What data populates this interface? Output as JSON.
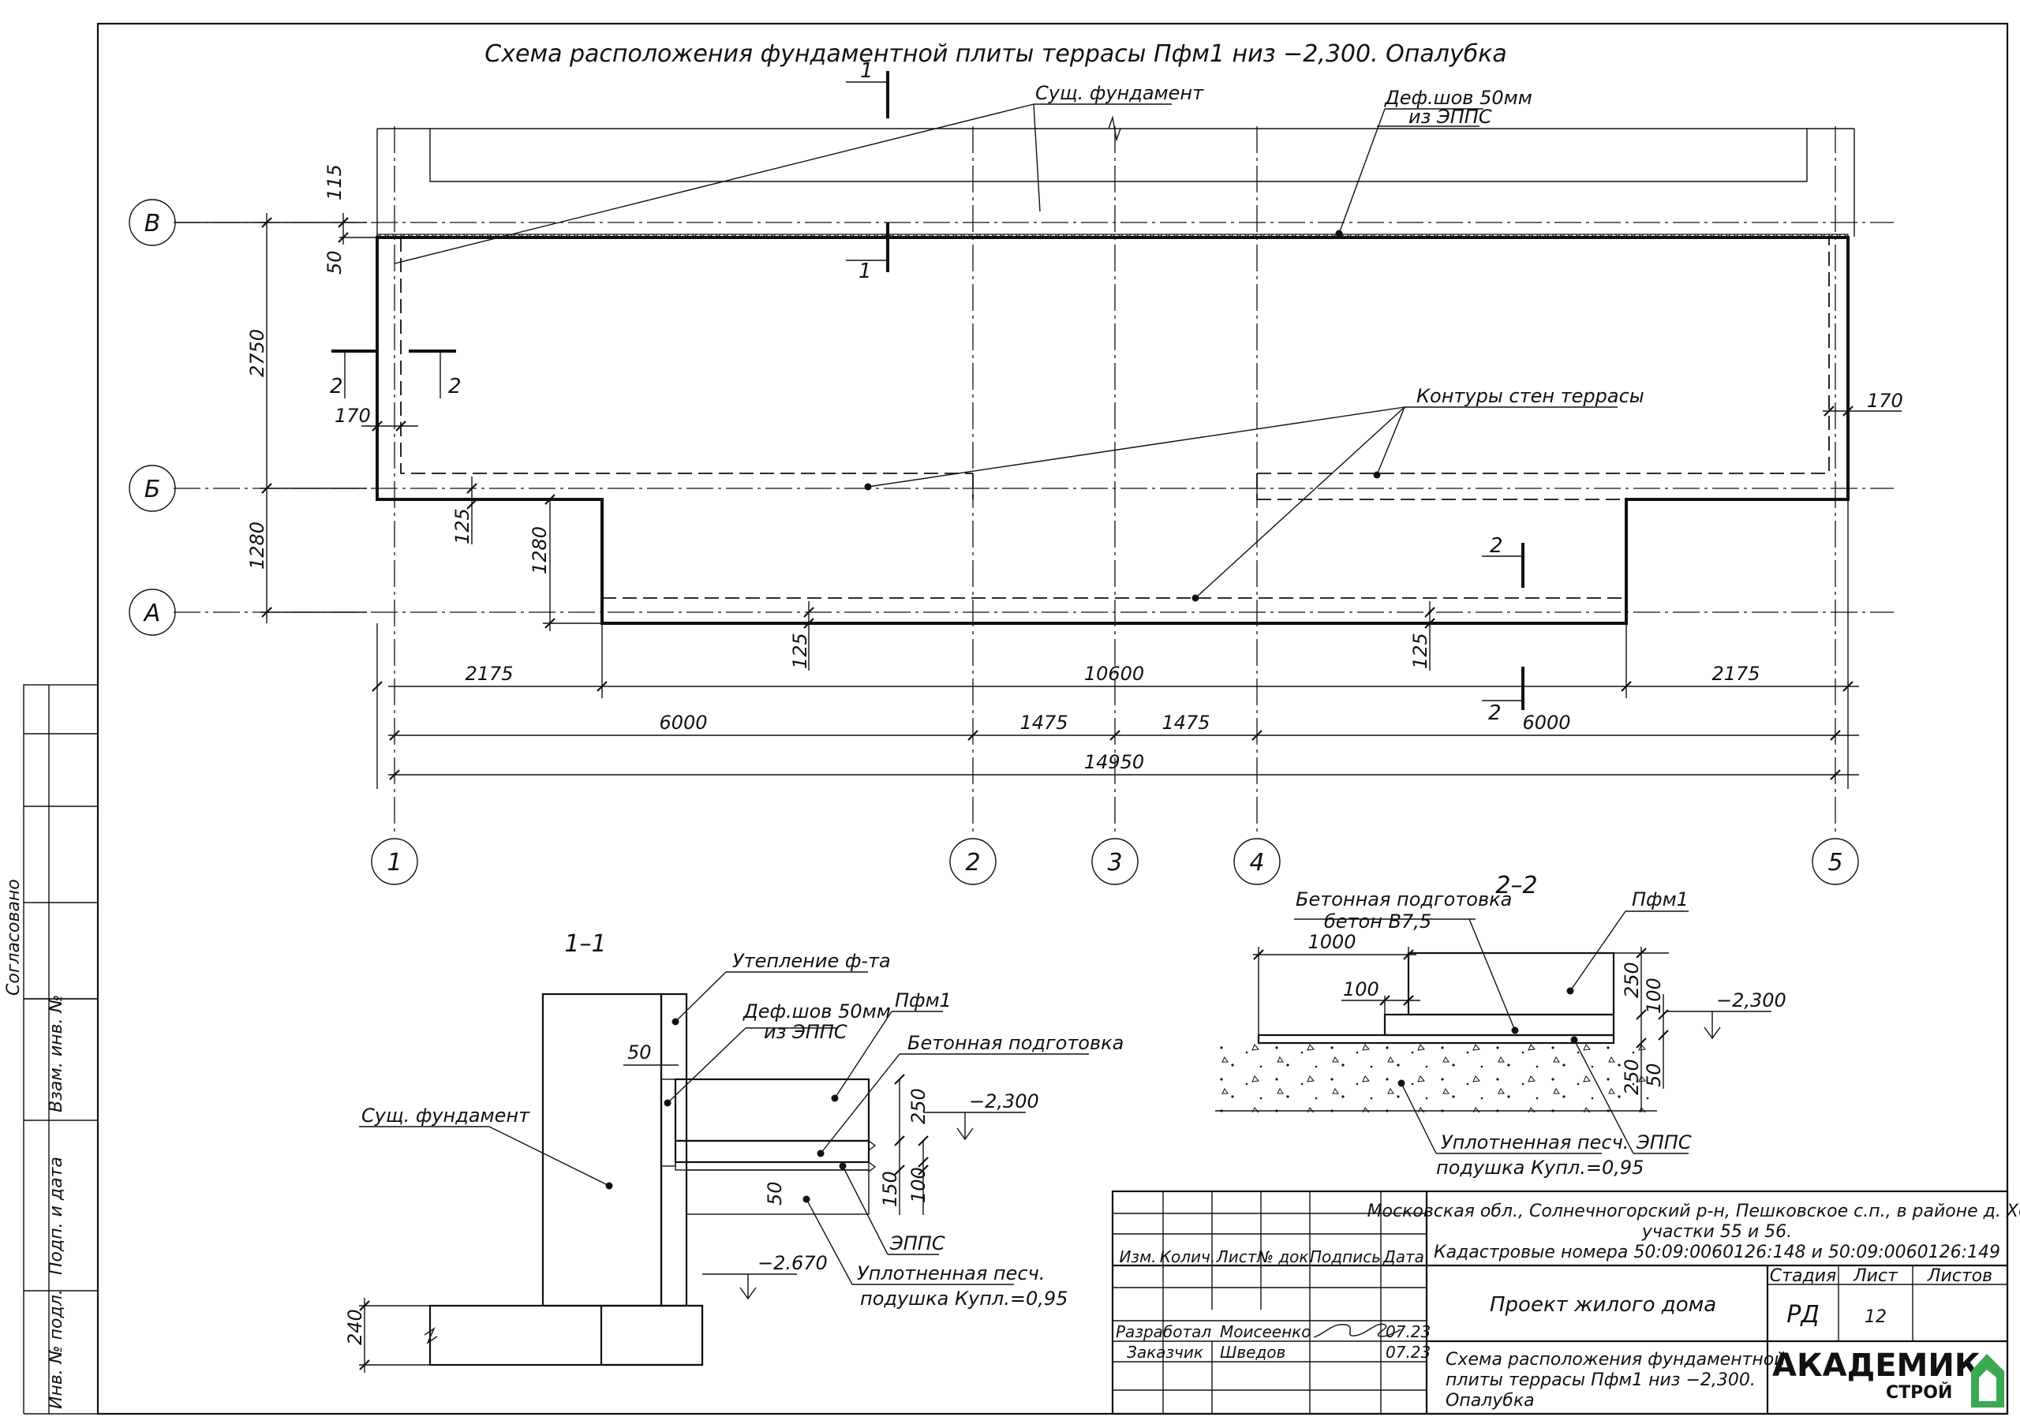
{
  "title": "Схема расположения фундаментной плиты террасы Пфм1 низ −2,300. Опалубка",
  "axes": {
    "rows": [
      "В",
      "Б",
      "А"
    ],
    "cols": [
      "1",
      "2",
      "3",
      "4",
      "5"
    ]
  },
  "leaders": {
    "existing_foundation": "Сущ. фундамент",
    "def_joint_1": "Деф.шов 50мм",
    "def_joint_2": "из ЭППС",
    "wall_contours": "Контуры стен террасы"
  },
  "section_marks": {
    "s1": "1",
    "s2": "2"
  },
  "dims_plan": {
    "v115": "115",
    "v50": "50",
    "v2750": "2750",
    "v1280": "1280",
    "v170_left": "170",
    "v170_right": "170",
    "v125_a": "125",
    "v1280_inner": "1280",
    "v125_b": "125",
    "v125_c": "125",
    "h2175_left": "2175",
    "h10600": "10600",
    "h2175_right": "2175",
    "h6000_left": "6000",
    "h1475_a": "1475",
    "h1475_b": "1475",
    "h6000_right": "6000",
    "h14950": "14950"
  },
  "section_1_1": {
    "title": "1–1",
    "insulation": "Утепление ф-та",
    "def_joint_1": "Деф.шов 50мм",
    "def_joint_2": "из ЭППС",
    "slab": "Пфм1",
    "prep": "Бетонная подготовка",
    "existing": "Сущ. фундамент",
    "eps": "ЭППС",
    "sand_1": "Уплотненная песч.",
    "sand_2": "подушка Купл.=0,95",
    "d50": "50",
    "d250": "250",
    "d100": "100",
    "d150": "150",
    "d50b": "50",
    "d240": "240",
    "lvl_slab": "−2,300",
    "lvl_base": "−2.670"
  },
  "section_2_2": {
    "title": "2–2",
    "prep_1": "Бетонная подготовка",
    "prep_2": "бетон В7,5",
    "slab": "Пфм1",
    "d1000": "1000",
    "d100": "100",
    "d250": "250",
    "d100v": "100",
    "d250b": "250",
    "d50": "50",
    "lvl": "−2,300",
    "sand_1": "Уплотненная песч.",
    "sand_2": "подушка Купл.=0,95",
    "eps": "ЭППС"
  },
  "side_stamp": {
    "agreed": "Согласовано",
    "inv_replace": "Взам. инв. №",
    "sign_date": "Подп. и дата",
    "inv_orig": "Инв. № подл."
  },
  "title_block": {
    "headers": [
      "Изм.",
      "Колич.",
      "Лист",
      "№ док.",
      "Подпись",
      "Дата"
    ],
    "address_1": "Московская обл., Солнечногорский р-н, Пешковское с.п., в районе д. Холмы",
    "address_2": "участки 55 и 56.",
    "address_3": "Кадастровые номера 50:09:0060126:148 и 50:09:0060126:149",
    "project": "Проект жилого дома",
    "stage_label": "Стадия",
    "sheet_label": "Лист",
    "sheets_label": "Листов",
    "stage": "РД",
    "sheet": "12",
    "developed_label": "Разработал",
    "developed_name": "Моисеенко",
    "developed_date": "07.23",
    "customer_label": "Заказчик",
    "customer_name": "Шведов",
    "customer_date": "07.23",
    "desc_1": "Схема расположения фундаментной",
    "desc_2": "плиты террасы Пфм1 низ −2,300.",
    "desc_3": "Опалубка",
    "logo_1": "АКАДЕМИК",
    "logo_2": "СТРОЙ",
    "logo_color": "#3ba852"
  }
}
